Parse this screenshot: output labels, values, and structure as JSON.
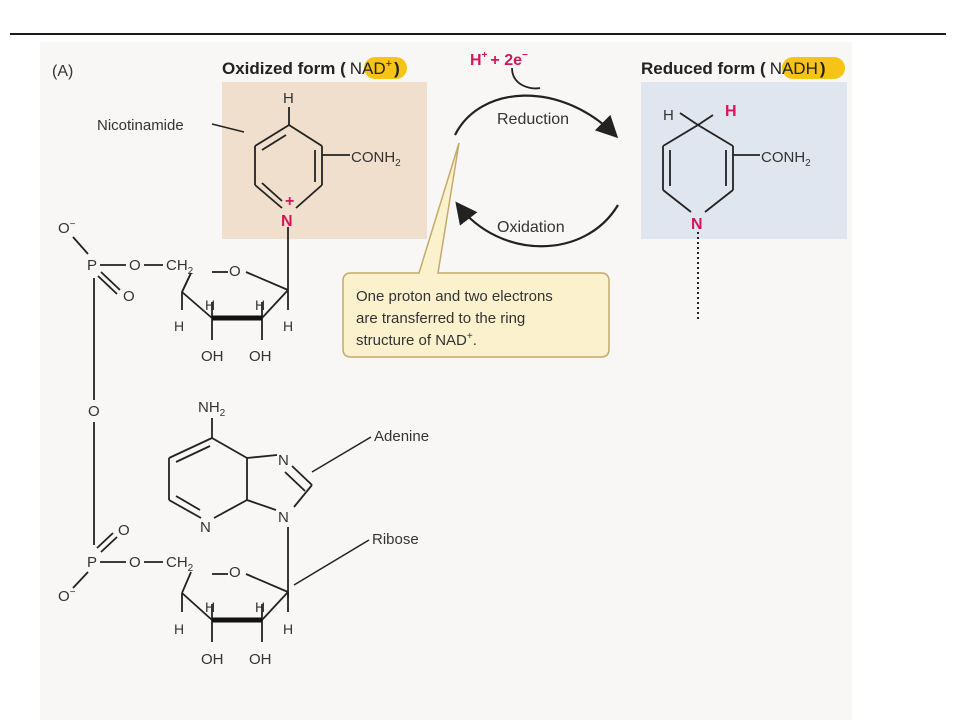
{
  "panel_label": "(A)",
  "oxidized_header": {
    "prefix": "Oxidized form (",
    "name": "NAD",
    "sup": "+",
    "suffix": ")"
  },
  "reduced_header": {
    "prefix": "Reduced form (",
    "name": "NADH",
    "suffix": ")"
  },
  "reaction": {
    "h": "H",
    "h_sup": "+",
    "plus": "+ 2e",
    "e_sup": "−",
    "reduction": "Reduction",
    "oxidation": "Oxidation"
  },
  "labels": {
    "nicotinamide": "Nicotinamide",
    "adenine": "Adenine",
    "ribose": "Ribose"
  },
  "callout": {
    "line1": "One proton and two electrons",
    "line2": "are transferred to the ring",
    "line3_prefix": "structure of NAD",
    "line3_sup": "+",
    "line3_suffix": "."
  },
  "atoms": {
    "H": "H",
    "N": "N",
    "O": "O",
    "P": "P",
    "plus": "+",
    "conh2": "CONH",
    "sub2": "2",
    "ch2": "CH",
    "oh": "OH",
    "nh2": "NH",
    "o_minus_sup": "−"
  },
  "colors": {
    "highlight": "#f6c417",
    "magenta": "#d6145a",
    "ox_box": "#f1dfcd",
    "red_box": "#dfe6ef",
    "callout": "#fbf1cd",
    "callout_border": "#c2ab6a"
  }
}
